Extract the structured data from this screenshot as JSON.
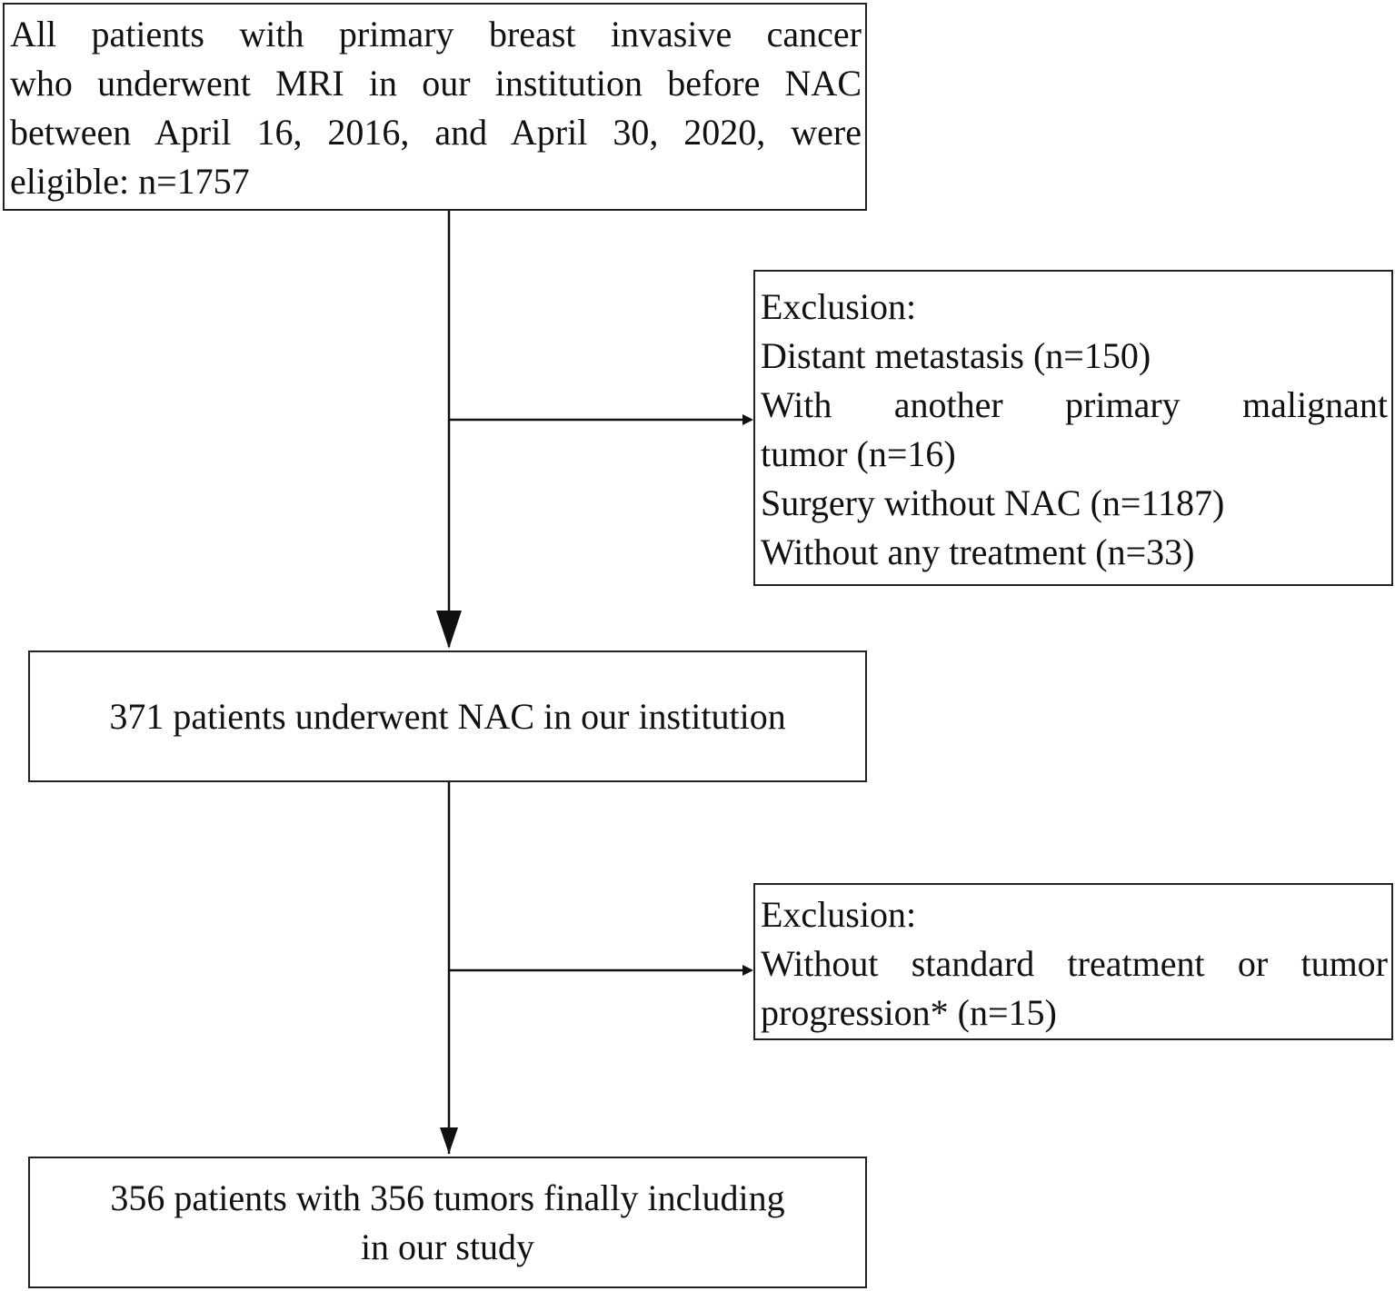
{
  "eligible": {
    "lines": [
      "All patients with primary breast invasive cancer",
      "who underwent MRI in our institution before NAC",
      "between April 16, 2016, and April 30, 2020, were",
      "eligible: n=1757"
    ]
  },
  "exclusion1": {
    "heading": "Exclusion:",
    "lines": [
      "Distant metastasis (n=150)",
      "With another primary malignant",
      "tumor (n=16)",
      "Surgery without NAC (n=1187)",
      "Without any treatment (n=33)"
    ]
  },
  "nac": {
    "text": "371 patients underwent NAC in our institution"
  },
  "exclusion2": {
    "heading": "Exclusion:",
    "lines": [
      "Without standard treatment or tumor",
      "progression* (n=15)"
    ]
  },
  "final": {
    "lines": [
      "356 patients with 356 tumors finally including",
      "in our study"
    ]
  }
}
